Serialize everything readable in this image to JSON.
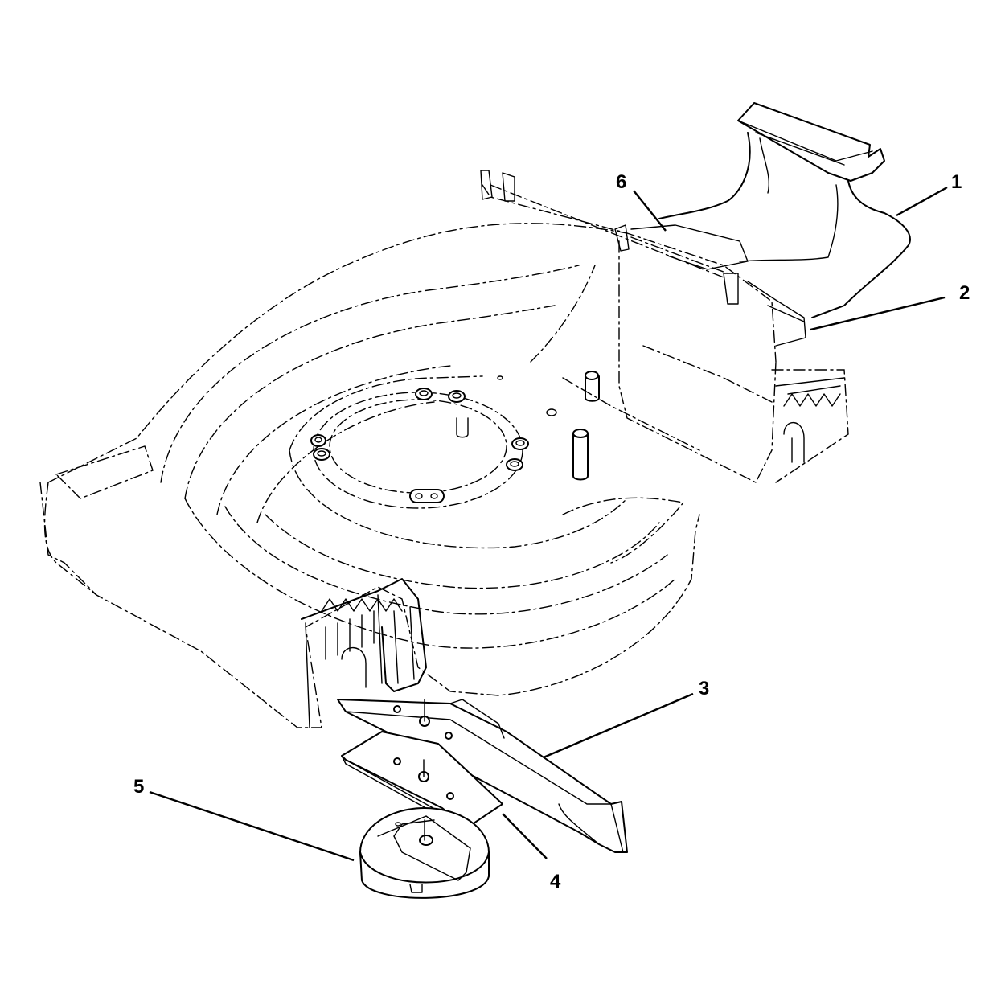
{
  "callouts": [
    {
      "label": "1",
      "part": "grass-chute"
    },
    {
      "label": "2",
      "part": "rear-baffle"
    },
    {
      "label": "3",
      "part": "blade"
    },
    {
      "label": "4",
      "part": "blade-stiffener"
    },
    {
      "label": "5",
      "part": "blade-adapter"
    },
    {
      "label": "6",
      "part": "deflector"
    }
  ]
}
